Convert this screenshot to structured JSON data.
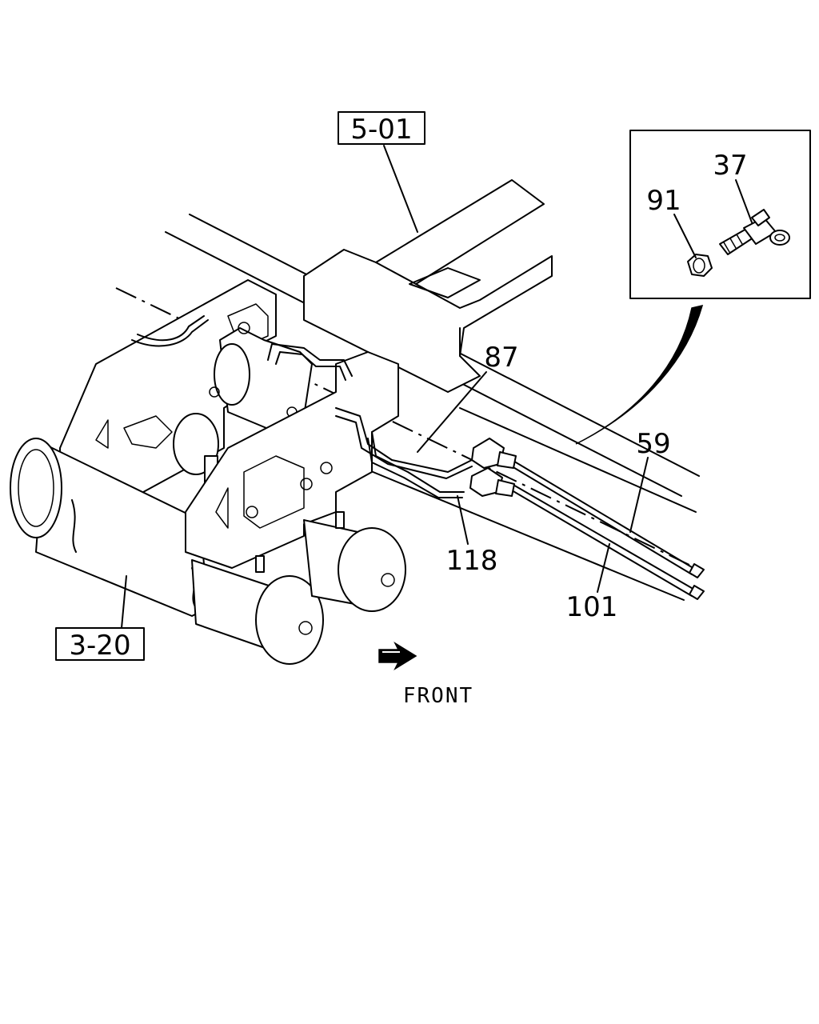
{
  "callouts": {
    "ref_top": "5-01",
    "ref_bottom": "3-20",
    "part_37": "37",
    "part_91": "91",
    "part_87": "87",
    "part_59": "59",
    "part_118": "118",
    "part_101": "101"
  },
  "direction": {
    "label": "FRONT"
  }
}
